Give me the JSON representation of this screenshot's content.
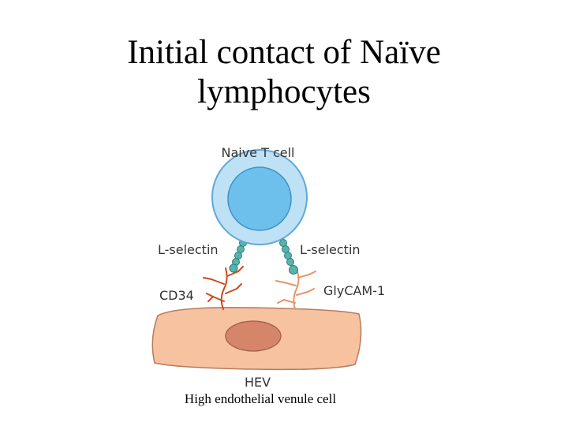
{
  "slide": {
    "title_line1": "Initial contact of Naïve",
    "title_line2": "lymphocytes",
    "caption": "High endothelial venule cell"
  },
  "diagram": {
    "naive_t_cell_label": "Naive T cell",
    "l_selectin_left_label": "L-selectin",
    "l_selectin_right_label": "L-selectin",
    "cd34_label": "CD34",
    "glycam_label": "GlyCAM-1",
    "hev_label": "HEV"
  },
  "colors": {
    "cell_outer": "#bfe1f5",
    "cell_nucleus": "#6ec0ec",
    "selectin_beads": "#59b3ad",
    "cd34_ligand": "#cc4a1f",
    "glycam_ligand": "#e5946a",
    "hev_cell": "#f6c2a0",
    "hev_nucleus": "#d4856a"
  }
}
